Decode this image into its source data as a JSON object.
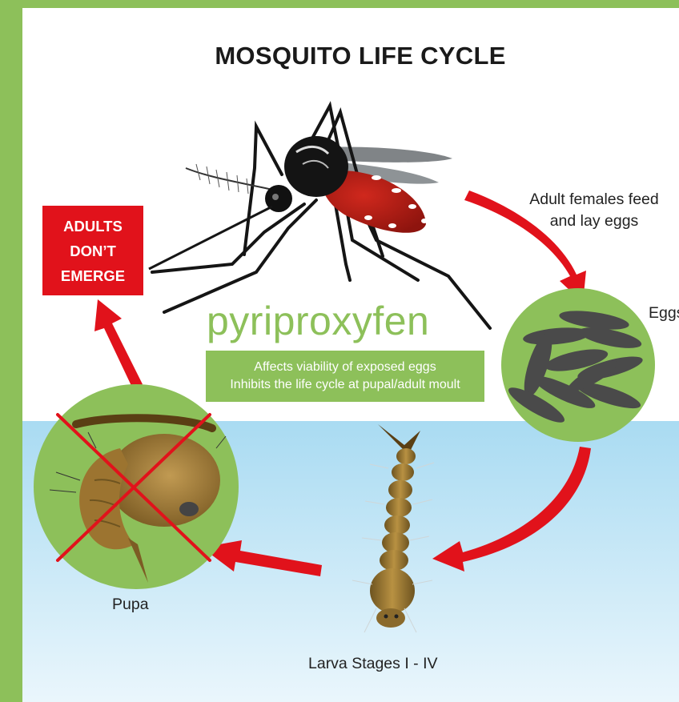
{
  "title": "MOSQUITO LIFE CYCLE",
  "adults_box": {
    "line1": "ADULTS",
    "line2": "DON’T",
    "line3": "EMERGE"
  },
  "product": {
    "name": "pyriproxyfen",
    "effect_1": "Affects viability of exposed eggs",
    "effect_2": "Inhibits the life cycle at pupal/adult moult"
  },
  "stages": {
    "adult_line1": "Adult females feed",
    "adult_line2": "and lay eggs",
    "eggs": "Eggs",
    "pupa": "Pupa",
    "larva": "Larva Stages I - IV"
  },
  "colors": {
    "frame": "#8dc05a",
    "arrow": "#e1121b",
    "water_top": "#a9dbf2",
    "water_bottom": "#e9f6fc",
    "circle": "#8dc05a"
  }
}
